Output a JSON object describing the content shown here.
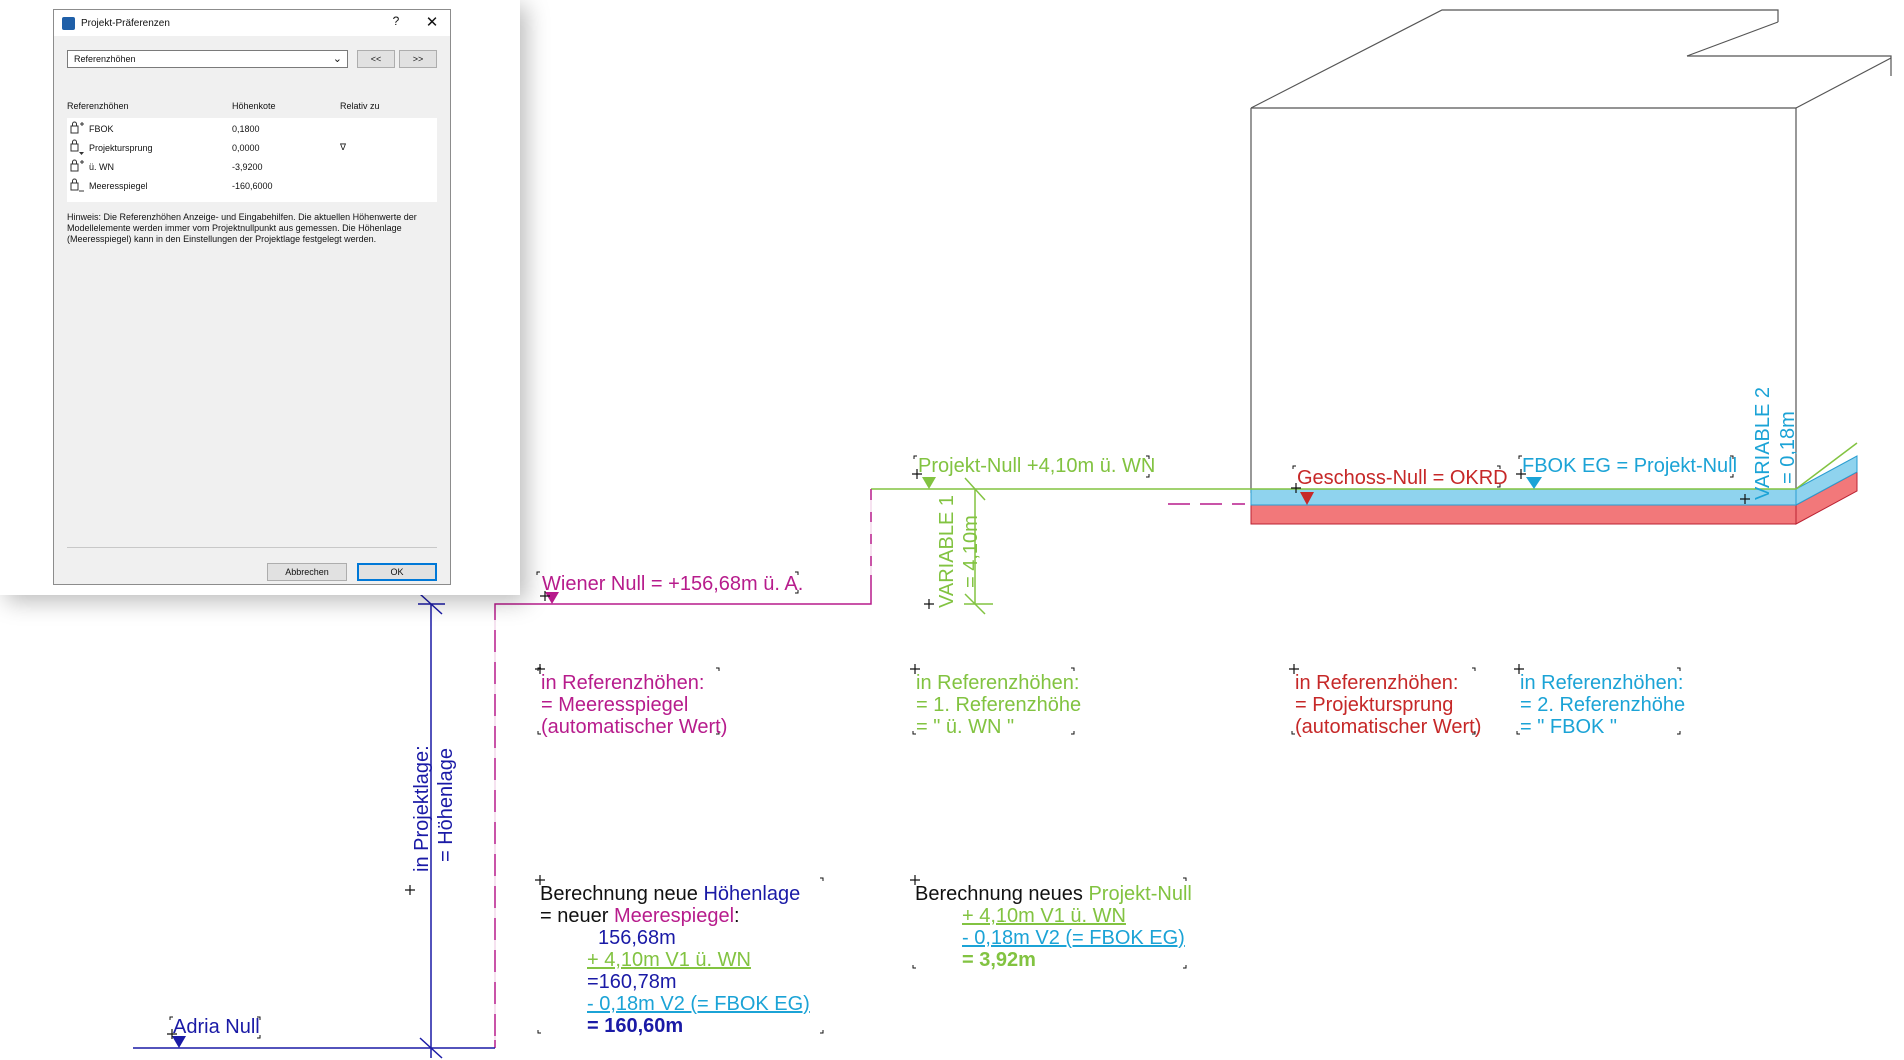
{
  "dialog": {
    "title": "Projekt-Präferenzen",
    "help_label": "?",
    "close_label": "✕",
    "dropdown_value": "Referenzhöhen",
    "prev_label": "<<",
    "next_label": ">>",
    "columns": [
      "Referenzhöhen",
      "Höhenkote",
      "Relativ zu"
    ],
    "rows": [
      {
        "name": "FBOK",
        "value": "0,1800",
        "relative": ""
      },
      {
        "name": "Projektursprung",
        "value": "0,0000",
        "relative": "∇"
      },
      {
        "name": "ü. WN",
        "value": "-3,9200",
        "relative": ""
      },
      {
        "name": "Meeresspiegel",
        "value": "-160,6000",
        "relative": ""
      }
    ],
    "hint": "Hinweis: Die Referenzhöhen Anzeige- und Eingabehilfen. Die aktuellen Höhenwerte der Modellelemente werden immer vom Projektnullpunkt aus gemessen. Die Höhenlage (Meeresspiegel) kann in den Einstellungen der Projektlage festgelegt werden.",
    "cancel_label": "Abbrechen",
    "ok_label": "OK"
  },
  "diagram": {
    "levels": {
      "wiener_null": "Wiener Null = +156,68m ü. A.",
      "projekt_null": "Projekt-Null +4,10m ü. WN",
      "geschoss_null": "Geschoss-Null = OKRD",
      "fbok_eg": "FBOK EG = Projekt-Null",
      "adria_null": "Adria Null"
    },
    "dimensions": {
      "variable1_line1": "VARIABLE 1",
      "variable1_line2": "= 4,10m",
      "variable2_line1": "VARIABLE 2",
      "variable2_line2": "= 0,18m",
      "projektlage_line1": "in Projektlage:",
      "projektlage_line2": "= Höhenlage"
    },
    "notes": {
      "wiener": [
        "in Referenzhöhen:",
        "= Meeresspiegel",
        "(automatischer Wert)"
      ],
      "projekt": [
        "in Referenzhöhen:",
        "= 1. Referenzhöhe",
        "= \" ü. WN \""
      ],
      "geschoss": [
        "in Referenzhöhen:",
        "= Projektursprung",
        "(automatischer Wert)"
      ],
      "fbok": [
        "in Referenzhöhen:",
        "= 2. Referenzhöhe",
        "= \" FBOK \""
      ]
    },
    "calc_hoehenlage": {
      "line1_a": "Berechnung neue ",
      "line1_b": "Höhenlage",
      "line2_a": "= neuer ",
      "line2_b": "Meerespiegel",
      "line2_c": ":",
      "line3": "156,68m",
      "line4": "+    4,10m V1 ü. WN",
      "line5": "=160,78m",
      "line6": "-     0,18m V2 (= FBOK EG)",
      "line7": "= 160,60m"
    },
    "calc_projektnull": {
      "line1_a": "Berechnung neues ",
      "line1_b": "Projekt-Null",
      "line2": "+  4,10m V1 ü. WN",
      "line3": "-   0,18m V2 (= FBOK EG)",
      "line4": "=  3,92m"
    }
  },
  "colors": {
    "magenta": "#b71c8c",
    "green": "#82c341",
    "red": "#c62828",
    "cyan": "#1ba3d6",
    "blue": "#1a1aa6",
    "slab_red": "#f2787a",
    "slab_blue": "#8fd3ee"
  }
}
